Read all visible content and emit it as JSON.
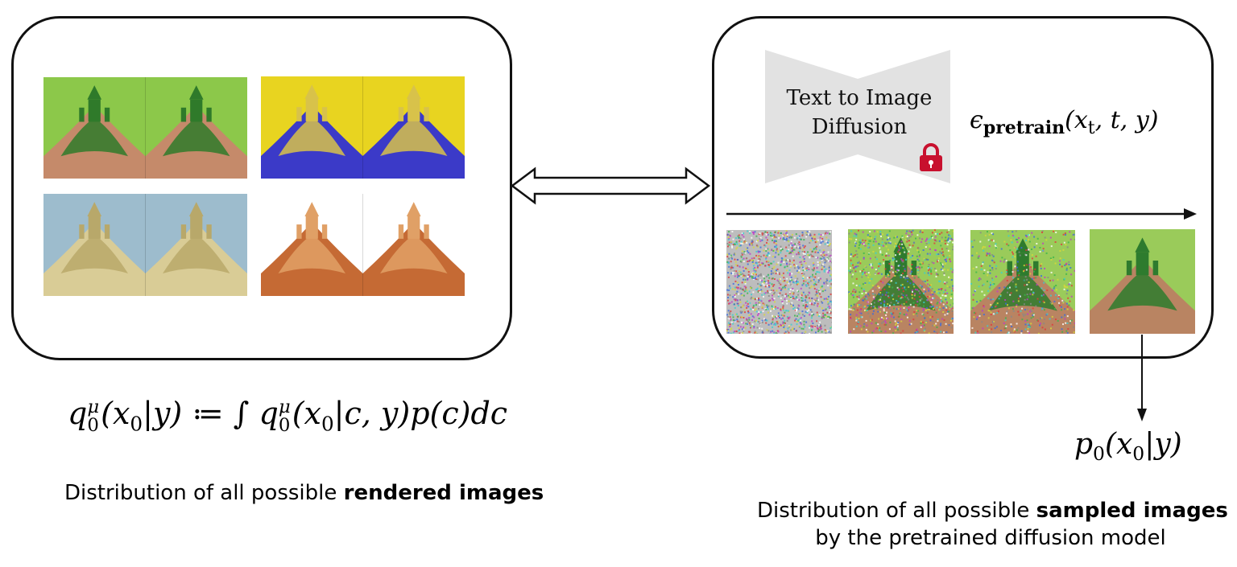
{
  "left_panel": {
    "images": [
      {
        "name": "castle-green",
        "sky": "#8cc84a",
        "mountain": "#c58a6a",
        "veg": "#2f7a2a"
      },
      {
        "name": "castle-yellow-blue",
        "sky": "#e8d420",
        "mountain": "#3b3ac8",
        "veg": "#d8c24a"
      },
      {
        "name": "castle-beige",
        "sky": "#9dbccd",
        "mountain": "#d9cc96",
        "veg": "#b8a86a"
      },
      {
        "name": "castle-red-sand",
        "sky": "#ffffff",
        "mountain": "#c56a34",
        "veg": "#e0a066"
      }
    ],
    "formula": {
      "lhs_q": "q",
      "lhs_sub": "0",
      "lhs_sup": "μ",
      "lhs_args": "(x",
      "lhs_args_sub": "0",
      "lhs_rest": "|y) ≔ ∫ q",
      "rhs_sub": "0",
      "rhs_sup": "μ",
      "rhs_args": "(x",
      "rhs_args_sub": "0",
      "rhs_rest": "|c, y)p(c)dc"
    },
    "caption_prefix": "Distribution of all possible ",
    "caption_bold": "rendered images"
  },
  "right_panel": {
    "model_label_line1": "Text to Image",
    "model_label_line2": "Diffusion",
    "eps_symbol": "ϵ",
    "eps_sub": "pretrain",
    "eps_args": "(x",
    "eps_args_sub": "t",
    "eps_args_rest": ", t, y)",
    "lock_icon": "padlock-icon",
    "lock_color": "#c8102e",
    "output_formula": {
      "p": "p",
      "p_sub": "0",
      "args": "(x",
      "args_sub": "0",
      "rest": "|y)"
    },
    "caption_line1_prefix": "Distribution of all possible ",
    "caption_line1_bold": "sampled images",
    "caption_line2": "by the pretrained diffusion model",
    "denoise_steps": [
      {
        "noise": 1.0
      },
      {
        "noise": 0.65
      },
      {
        "noise": 0.35
      },
      {
        "noise": 0.0
      }
    ]
  },
  "colors": {
    "model_fill": "#e2e2e2",
    "border": "#111111"
  }
}
